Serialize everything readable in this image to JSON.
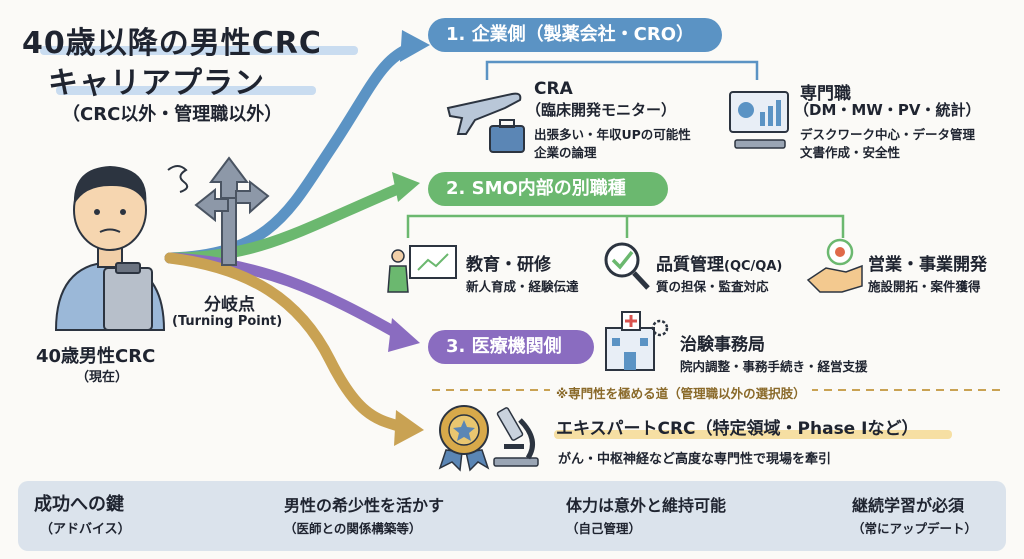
{
  "title": {
    "line1": "40歳以降の男性CRC",
    "line2": "キャリアプラン",
    "subtitle": "（CRC以外・管理職以外）"
  },
  "person": {
    "label": "40歳男性CRC",
    "sublabel": "（現在）"
  },
  "branch": {
    "label": "分岐点",
    "sublabel": "(Turning Point)"
  },
  "sections": [
    {
      "label": "1. 企業側（製薬会社・CRO）",
      "color": "#5b93c4"
    },
    {
      "label": "2. SMO内部の別職種",
      "color": "#6bb86f"
    },
    {
      "label": "3. 医療機関側",
      "color": "#8a6cc0"
    }
  ],
  "items": {
    "cra": {
      "title": "CRA",
      "subtitle": "（臨床開発モニター）",
      "desc1": "出張多い・年収UPの可能性",
      "desc2": "企業の論理"
    },
    "specialist": {
      "title": "専門職",
      "subtitle": "（DM・MW・PV・統計）",
      "desc1": "デスクワーク中心・データ管理",
      "desc2": "文書作成・安全性"
    },
    "education": {
      "title": "教育・研修",
      "desc": "新人育成・経験伝達"
    },
    "quality": {
      "title": "品質管理",
      "title_suffix": "(QC/QA)",
      "desc": "質の担保・監査対応"
    },
    "sales": {
      "title": "営業・事業開発",
      "desc": "施設開拓・案件獲得"
    },
    "office": {
      "title": "治験事務局",
      "desc": "院内調整・事務手続き・経営支援"
    },
    "expert_note": "※専門性を極める道（管理職以外の選択肢）",
    "expert": {
      "title": "エキスパートCRC（特定領域・Phase Iなど）",
      "desc": "がん・中枢神経など高度な専門性で現場を牽引"
    }
  },
  "tips": {
    "label": "成功への鍵",
    "sublabel": "（アドバイス）",
    "list": [
      {
        "title": "男性の希少性を活かす",
        "desc": "（医師との関係構築等）"
      },
      {
        "title": "体力は意外と維持可能",
        "desc": "（自己管理）"
      },
      {
        "title": "継続学習が必須",
        "desc": "（常にアップデート）"
      }
    ]
  }
}
